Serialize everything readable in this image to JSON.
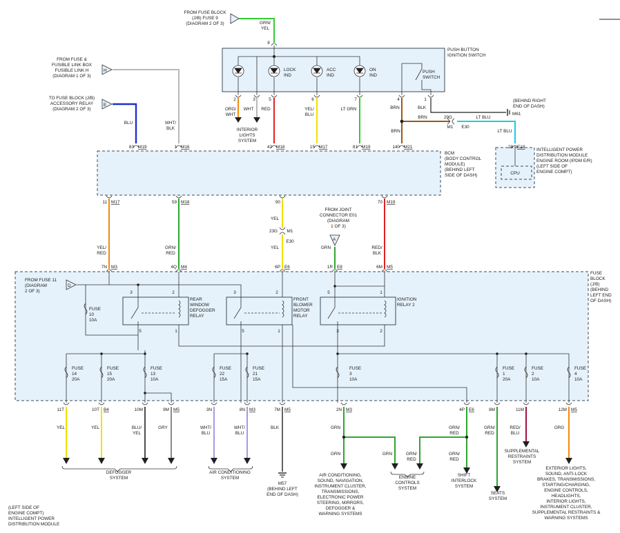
{
  "colors": {
    "GRN": "#2ea52e",
    "YEL": "#f0e000",
    "RED": "#e02020",
    "BLU": "#1f2fd0",
    "BRN": "#9a5a10",
    "LTBLU": "#22c8e8",
    "WHT": "#b8b8b8",
    "ORG": "#f08a10",
    "BLK": "#202020",
    "GRY": "#8a8a8a",
    "LTGRN": "#33cc33",
    "VIO": "#a898e8",
    "box_fill": "#e6f2fb"
  },
  "labels": {
    "fuse9_src": [
      "FROM FUSE BLOCK",
      "(J/B) FUSE 9",
      "(DIAGRAM 2 OF 3)"
    ],
    "fuse9_wire": [
      "GRN/",
      "YEL"
    ],
    "fuse9_pin": "8",
    "fuselinkh_src": [
      "FROM FUSE &",
      "FUSIBLE LINK BOX",
      "FUSIBLE LINK H",
      "(DIAGRAM 1 OF 3)"
    ],
    "accrelay_src": [
      "TO FUSE BLOCK (J/B)",
      "ACCESSORY RELAY",
      "(DIAGRAM 2 OF 3)"
    ],
    "conn_H": "H",
    "conn_E": "E",
    "conn_D": "D",
    "conn_A": "A",
    "push_switch_title": [
      "PUSH BUTTON",
      "IGNITION SWITCH"
    ],
    "lock_ind": [
      "LOCK",
      "IND"
    ],
    "acc_ind": [
      "ACC",
      "IND"
    ],
    "on_ind": [
      "ON",
      "IND"
    ],
    "push_switch": [
      "PUSH",
      "SWITCH"
    ],
    "sw_pin2": "2",
    "sw_pin3": "3",
    "sw_pin5": "5",
    "sw_pin6": "6",
    "sw_pin7": "7",
    "sw_pin4": "4",
    "sw_pin1": "1",
    "w_orgwht": [
      "ORG/",
      "WHT"
    ],
    "w_wht": "WHT",
    "w_red": "RED",
    "w_yelblu": [
      "YEL/",
      "BLU"
    ],
    "w_ltgrn": "LT GRN",
    "w_brn1": "BRN",
    "w_blk1": "BLK",
    "interior_lights": [
      "INTERIOR",
      "LIGHTS",
      "SYSTEM"
    ],
    "behind_right": [
      "(BEHIND RIGHT",
      "END OF DASH)"
    ],
    "m61": "M61",
    "w_brn2": "BRN",
    "w_brn3": "BRN",
    "pin29g": "29G",
    "m1": "M1",
    "e30": "E30",
    "w_ltblu1": "LT BLU",
    "w_ltblu2": "LT BLU",
    "w_blu": "BLU",
    "w_whtblk": [
      "WHT/",
      "BLK"
    ],
    "bcm_top_pins": [
      {
        "pin": "83",
        "conn": "M19"
      },
      {
        "pin": "1",
        "conn": "M16"
      },
      {
        "pin": "42",
        "conn": "M18"
      },
      {
        "pin": "15",
        "conn": "M17"
      },
      {
        "pin": "81",
        "conn": "M19"
      },
      {
        "pin": "140",
        "conn": "M21"
      }
    ],
    "ipdm_pin": {
      "pin": "28",
      "conn": "E18"
    },
    "cpu": "CPU",
    "ipdm_title": [
      "INTELLIGENT POWER",
      "DISTRIBUTION MODULE",
      "ENGINE ROOM (IPDM E/R)",
      "(LEFT SIDE OF",
      "ENGINE COMPT)"
    ],
    "bcm_title": [
      "BCM",
      "(BODY CONTROL",
      "MODULE)",
      "(BEHIND LEFT",
      "SIDE OF DASH)"
    ],
    "bcm_bottom_pins": [
      {
        "pin": "11",
        "conn": "M17"
      },
      {
        "pin": "59",
        "conn": "M18"
      },
      {
        "pin": "90",
        "conn": ""
      },
      {
        "pin": "70",
        "conn": "M19"
      }
    ],
    "joint_e01": [
      "FROM JOINT",
      "CONNECTOR E01",
      "(DIAGRAM",
      "1 OF 3)"
    ],
    "w_yel_mid": "YEL",
    "pin23g": "23G",
    "m1b": "M1",
    "e30b": "E30",
    "w_yel_mid2": "YEL",
    "w_grn_joint": "GRN",
    "w_yelred": [
      "YEL/",
      "RED"
    ],
    "w_grnred": [
      "GRN/",
      "RED"
    ],
    "w_redblk": [
      "RED/",
      "BLK"
    ],
    "fb_top_pins": [
      {
        "pin": "7N",
        "conn": "M3"
      },
      {
        "pin": "4Q",
        "conn": "M4"
      },
      {
        "pin": "6P",
        "conn": "E6"
      },
      {
        "pin": "1R",
        "conn": "E8"
      },
      {
        "pin": "6M",
        "conn": "M5"
      }
    ],
    "fuse_block_title": [
      "FUSE",
      "BLOCK",
      "(J/B)",
      "(BEHIND",
      "LEFT END",
      "OF DASH)"
    ],
    "from_fuse11": [
      "FROM FUSE 11",
      "(DIAGRAM",
      "2 OF 3)"
    ],
    "fuse10": [
      "FUSE",
      "10",
      "10A"
    ],
    "rear_relay": [
      "REAR",
      "WINDOW",
      "DEFOGGER",
      "RELAY"
    ],
    "blower_relay": [
      "FRONT",
      "BLOWER",
      "MOTOR",
      "RELAY"
    ],
    "ign_relay2": [
      "IGNITION",
      "RELAY 2"
    ],
    "r1_pins": {
      "p3": "3",
      "p2": "2",
      "p5": "5",
      "p1": "1"
    },
    "r2_pins": {
      "p3": "3",
      "p2": "2",
      "p5": "5",
      "p1": "1"
    },
    "r3_pins": {
      "p5": "5",
      "p1": "1",
      "p3": "3",
      "p2": "2"
    },
    "fuses": [
      {
        "name": "FUSE",
        "num": "14",
        "amp": "20A"
      },
      {
        "name": "FUSE",
        "num": "15",
        "amp": "20A"
      },
      {
        "name": "FUSE",
        "num": "13",
        "amp": "10A"
      },
      {
        "name": "FUSE",
        "num": "22",
        "amp": "15A"
      },
      {
        "name": "FUSE",
        "num": "21",
        "amp": "15A"
      },
      {
        "name": "FUSE",
        "num": "3",
        "amp": "10A"
      },
      {
        "name": "FUSE",
        "num": "1",
        "amp": "20A"
      },
      {
        "name": "FUSE",
        "num": "2",
        "amp": "10A"
      },
      {
        "name": "FUSE",
        "num": "4",
        "amp": "10A"
      }
    ],
    "bottom_pins": [
      {
        "pin": "11T",
        "conn": ""
      },
      {
        "pin": "10T",
        "conn": "B4"
      },
      {
        "pin": "10M",
        "conn": ""
      },
      {
        "pin": "9M",
        "conn": "M5"
      },
      {
        "pin": "3N",
        "conn": ""
      },
      {
        "pin": "8N",
        "conn": "M3"
      },
      {
        "pin": "7M",
        "conn": "M5"
      },
      {
        "pin": "2N",
        "conn": "M3"
      },
      {
        "pin": "4P",
        "conn": "E6"
      },
      {
        "pin": "8M",
        "conn": ""
      },
      {
        "pin": "11M",
        "conn": ""
      },
      {
        "pin": "12M",
        "conn": "M5"
      }
    ],
    "bw_yel1": "YEL",
    "bw_yel2": "YEL",
    "bw_bluyel": [
      "BLU/",
      "YEL"
    ],
    "bw_gry": "GRY",
    "bw_whtblu1": [
      "WHT/",
      "BLU"
    ],
    "bw_whtblu2": [
      "WHT/",
      "BLU"
    ],
    "bw_blk": "BLK",
    "bw_grn1": "GRN",
    "bw_grn2": "GRN",
    "bw_grn3": "GRN",
    "bw_grnred1": [
      "GRN/",
      "RED"
    ],
    "bw_grnred2": [
      "GRN/",
      "RED"
    ],
    "bw_grnred3": [
      "GRN/",
      "RED"
    ],
    "bw_grnred4": [
      "GRN/",
      "RED"
    ],
    "bw_redblu": [
      "RED/",
      "BLU"
    ],
    "bw_org": "ORG",
    "defogger_sys": [
      "DEFOGGER",
      "SYSTEM"
    ],
    "ac_sys": [
      "AIR CONDITIONING",
      "SYSTEM"
    ],
    "m57": [
      "M57",
      "(BEHIND LEFT",
      "END OF DASH)"
    ],
    "ac_list": [
      "AIR CONDITIONING,",
      "SOUND, NAVIGATION,",
      "INSTRUMENT CLUSTER,",
      "TRANSMISSIONS,",
      "ELECTRONIC POWER",
      "STEERING, MIRRORS,",
      "DEFOGGER &",
      "WARNING SYSTEMS"
    ],
    "engine_controls": [
      "ENGINE",
      "CONTROLS",
      "SYSTEM"
    ],
    "shift_interlock": [
      "SHIFT",
      "INTERLOCK",
      "SYSTEM"
    ],
    "seats": [
      "SEATS",
      "SYSTEM"
    ],
    "srs": [
      "SUPPLEMENTAL",
      "RESTRAINTS",
      "SYSTEM"
    ],
    "ext_list": [
      "EXTERIOR LIGHTS,",
      "SOUND, ANTI-LOCK",
      "BRAKES, TRANSMISSIONS,",
      "STARTING/CHARGING,",
      "ENGINE CONTROLS,",
      "HEADLIGHTS,",
      "INTERIOR LIGHTS,",
      "INSTRUMENT CLUSTER,",
      "SUPPLEMENTAL RESTRAINTS &",
      "WARNING SYSTEMS"
    ],
    "footer": [
      "(LEFT SIDE OF",
      "ENGINE COMPT)",
      "INTELLIGENT POWER",
      "DISTRIBUTION MODULE"
    ]
  }
}
